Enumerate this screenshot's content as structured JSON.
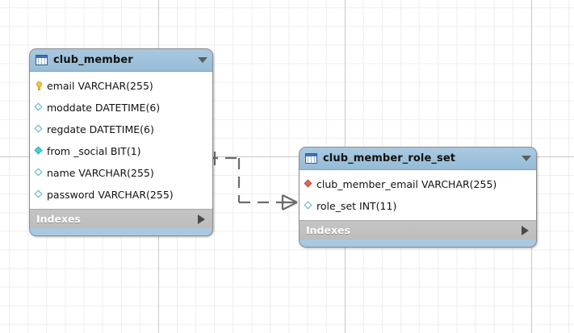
{
  "canvas": {
    "background_color": "#ffffff",
    "grid_color": "#eeeeee",
    "grid_major_color": "#c9c9c9"
  },
  "tables": [
    {
      "name": "club_member",
      "icon": "table-icon",
      "menu_icon": "chevron-down-icon",
      "indexes_label": "Indexes",
      "indexes_icon": "triangle-right-icon",
      "columns": [
        {
          "glyph": "primary-key-icon",
          "text": "email VARCHAR(255)"
        },
        {
          "glyph": "column-nullable-icon",
          "text": "moddate DATETIME(6)"
        },
        {
          "glyph": "column-nullable-icon",
          "text": "regdate DATETIME(6)"
        },
        {
          "glyph": "column-notnull-icon",
          "text": "from _social BIT(1)"
        },
        {
          "glyph": "column-nullable-icon",
          "text": "name VARCHAR(255)"
        },
        {
          "glyph": "column-nullable-icon",
          "text": "password VARCHAR(255)"
        }
      ]
    },
    {
      "name": "club_member_role_set",
      "icon": "table-icon",
      "menu_icon": "chevron-down-icon",
      "indexes_label": "Indexes",
      "indexes_icon": "triangle-right-icon",
      "columns": [
        {
          "glyph": "foreign-key-icon",
          "text": "club_member_email VARCHAR(255)"
        },
        {
          "glyph": "column-nullable-icon",
          "text": "role_set INT(11)"
        }
      ]
    }
  ],
  "relationship": {
    "from_table": "club_member",
    "to_table": "club_member_role_set",
    "line_style": "dashed",
    "from_cardinality": "one",
    "to_cardinality": "many",
    "notation": "crows-foot",
    "line_color": "#6b6b6b"
  }
}
